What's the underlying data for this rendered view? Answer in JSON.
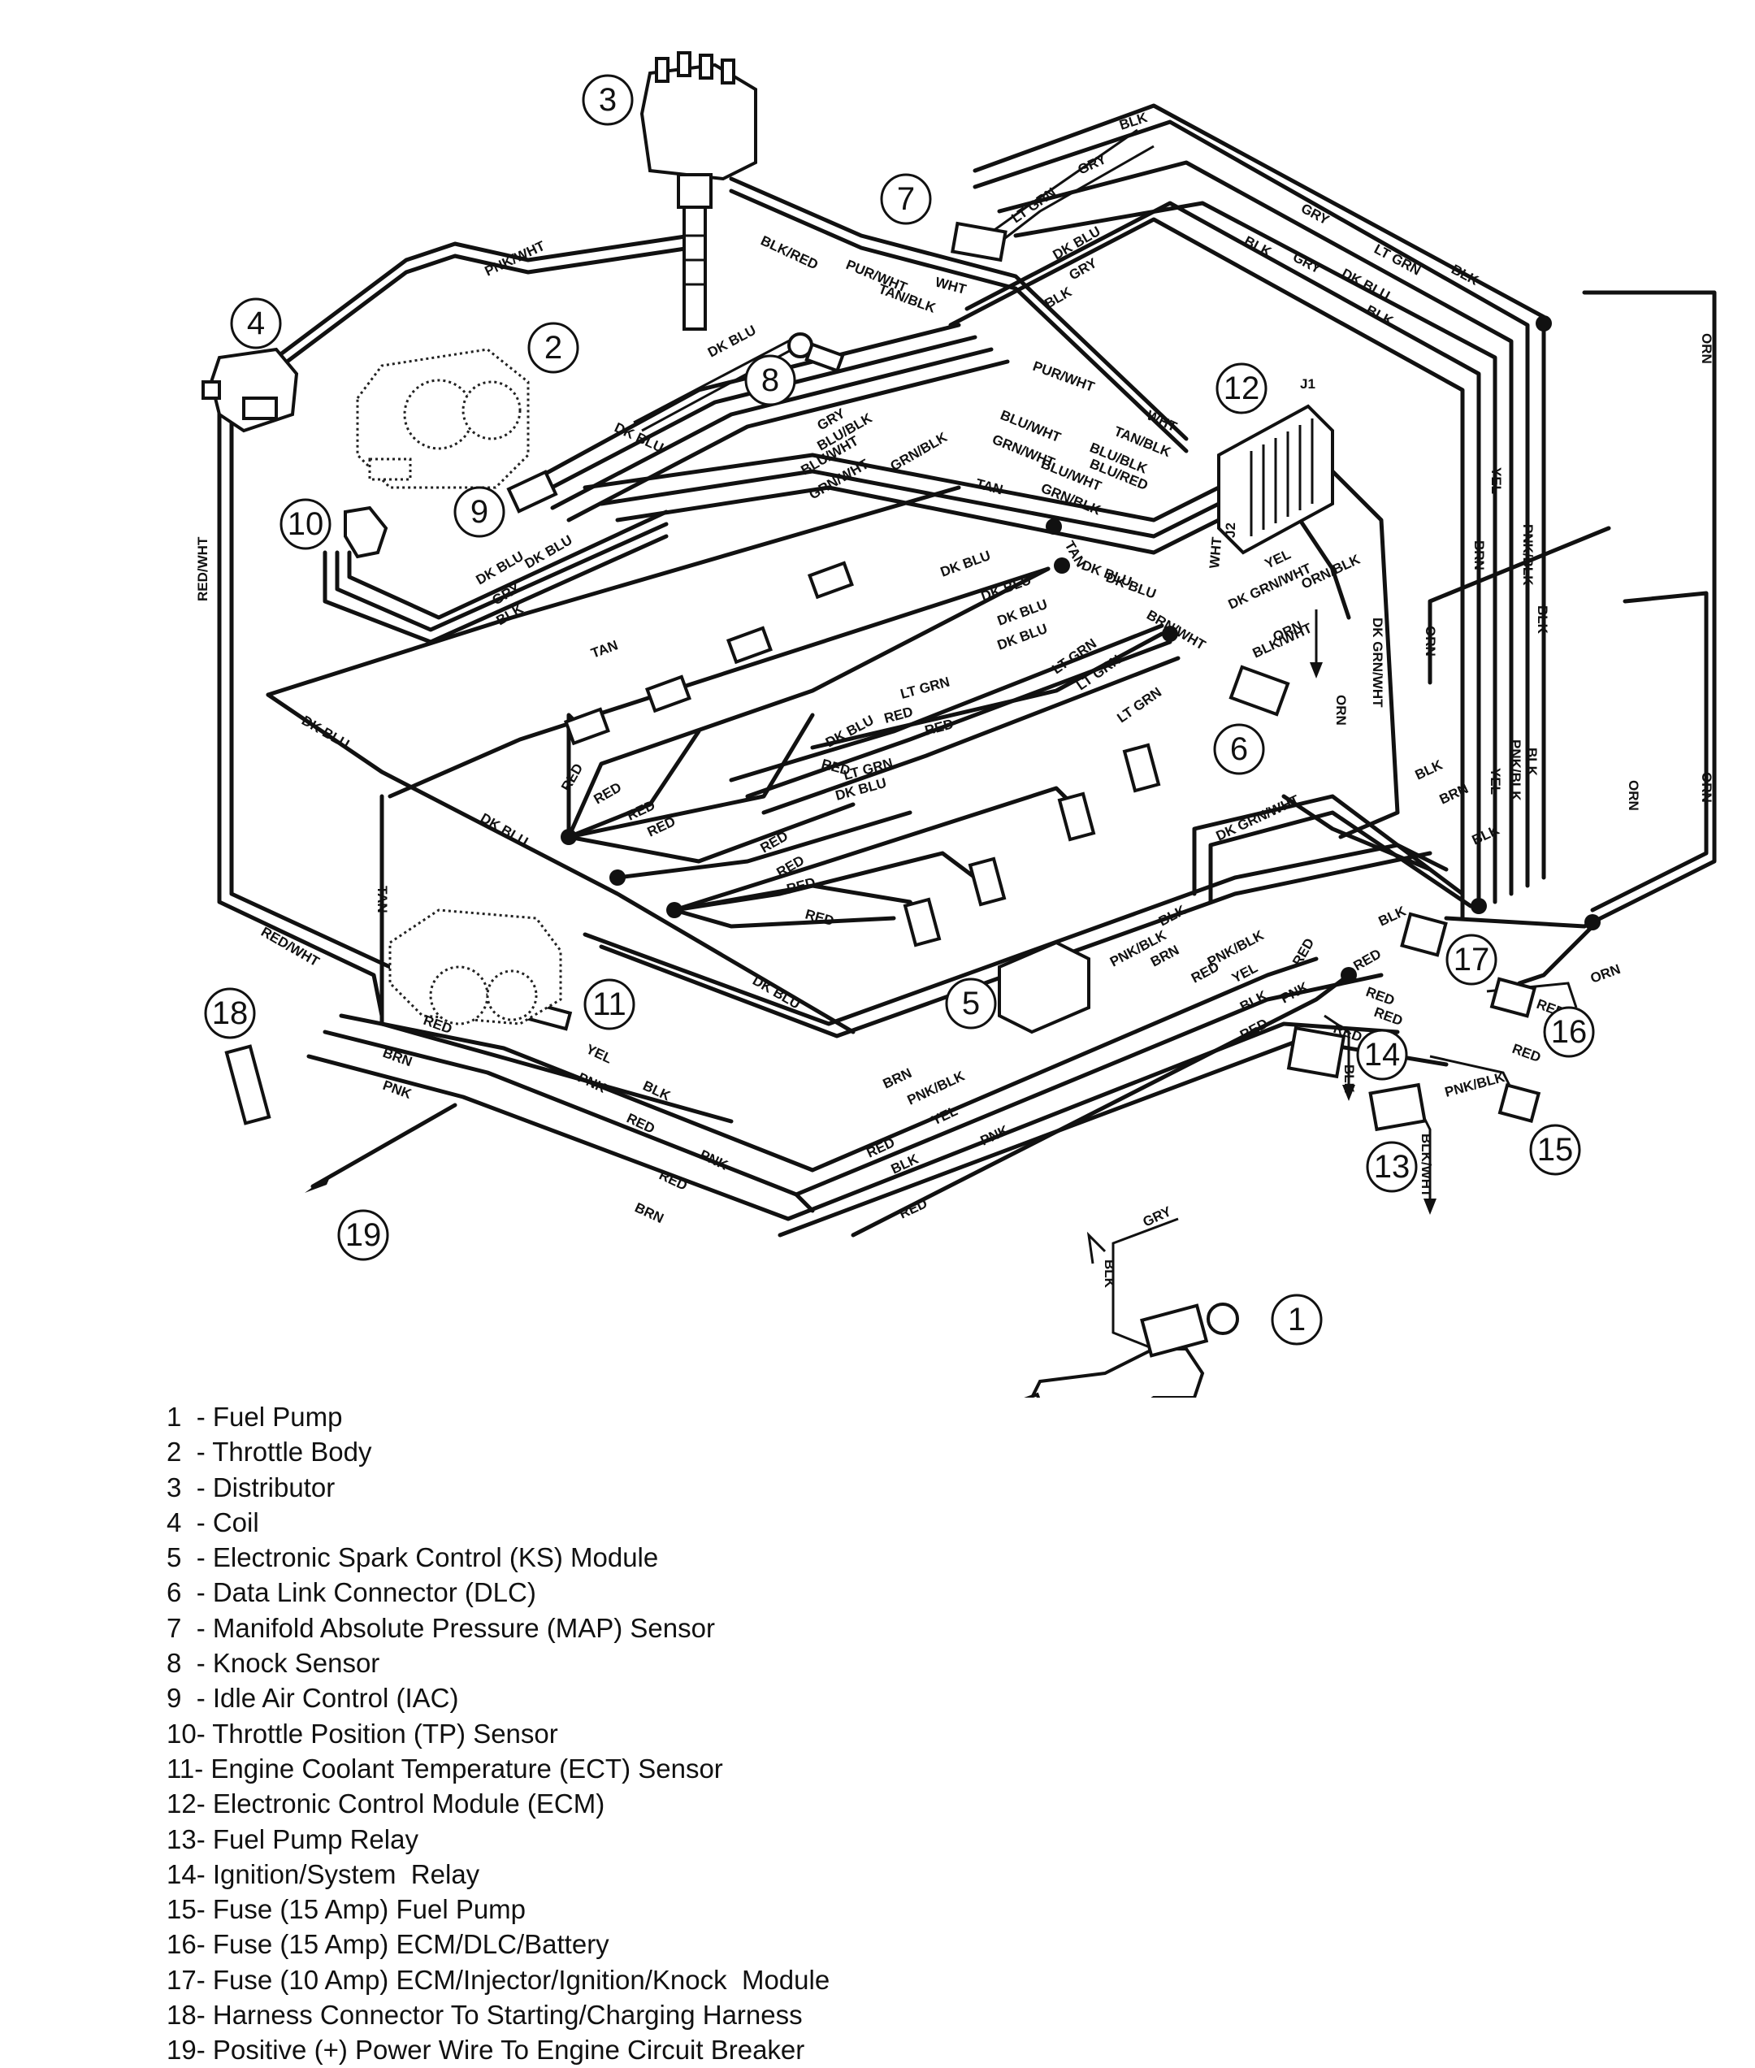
{
  "callouts": [
    "1",
    "2",
    "3",
    "4",
    "5",
    "6",
    "7",
    "8",
    "9",
    "10",
    "11",
    "12",
    "13",
    "14",
    "15",
    "16",
    "17",
    "18",
    "19"
  ],
  "wire_labels": {
    "pnk_wht": "PNK/WHT",
    "blk": "BLK",
    "gry": "GRY",
    "lt_grn": "LT GRN",
    "dk_blu": "DK BLU",
    "blk_red": "BLK/RED",
    "pur_wht": "PUR/WHT",
    "tan_blk": "TAN/BLK",
    "wht": "WHT",
    "blu_blk": "BLU/BLK",
    "blu_wht": "BLU/WHT",
    "blu_red": "BLU/RED",
    "grn_wht": "GRN/WHT",
    "grn_blk": "GRN/BLK",
    "tan": "TAN",
    "red": "RED",
    "red_wht": "RED/WHT",
    "orn": "ORN",
    "yel": "YEL",
    "pnk_blk": "PNK/BLK",
    "brn": "BRN",
    "pnk": "PNK",
    "brn_wht": "BRN/WHT",
    "dk_grn_wht": "DK GRN/WHT",
    "blk_wht": "BLK/WHT",
    "orn_blk": "ORN/BLK",
    "j1": "J1",
    "j2": "J2"
  },
  "legend": [
    "1  - Fuel Pump",
    "2  - Throttle Body",
    "3  - Distributor",
    "4  - Coil",
    "5  - Electronic Spark Control (KS) Module",
    "6  - Data Link Connector (DLC)",
    "7  - Manifold Absolute Pressure (MAP) Sensor",
    "8  - Knock Sensor",
    "9  - Idle Air Control (IAC)",
    "10- Throttle Position (TP) Sensor",
    "11- Engine Coolant Temperature (ECT) Sensor",
    "12- Electronic Control Module (ECM)",
    "13- Fuel Pump Relay",
    "14- Ignition/System  Relay",
    "15- Fuse (15 Amp) Fuel Pump",
    "16- Fuse (15 Amp) ECM/DLC/Battery",
    "17- Fuse (10 Amp) ECM/Injector/Ignition/Knock  Module",
    "18- Harness Connector To Starting/Charging Harness",
    "19- Positive (+) Power Wire To Engine Circuit Breaker"
  ]
}
